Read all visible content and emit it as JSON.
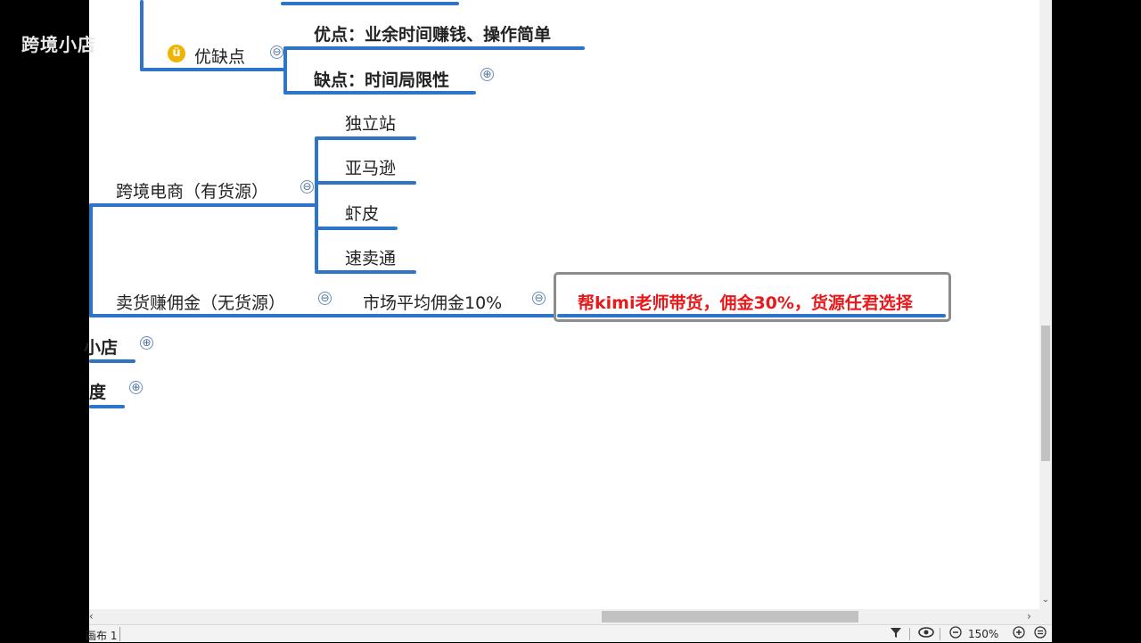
{
  "watermark": "跨境小店",
  "nodes": {
    "pros_cons": "优缺点",
    "pros": "优点：业余时间赚钱、操作简单",
    "cons": "缺点：时间局限性",
    "independent_site": "独立站",
    "amazon": "亚马逊",
    "shopee": "虾皮",
    "aliexpress": "速卖通",
    "cross_border": "跨境电商（有货源）",
    "affiliate": "卖货赚佣金（无货源）",
    "avg_commission": "市场平均佣金10%",
    "highlight": "帮kimi老师带货，佣金30%，货源任君选择",
    "partial_shop": "小店",
    "partial_du": "度"
  },
  "icons": {
    "collapse": "⊖",
    "expand": "⊕",
    "emoji": "ü"
  },
  "statusbar": {
    "sheet": "画布 1",
    "zoom": "150%"
  },
  "colors": {
    "branch": "#2e75c7",
    "highlight_text": "#e8191b"
  }
}
